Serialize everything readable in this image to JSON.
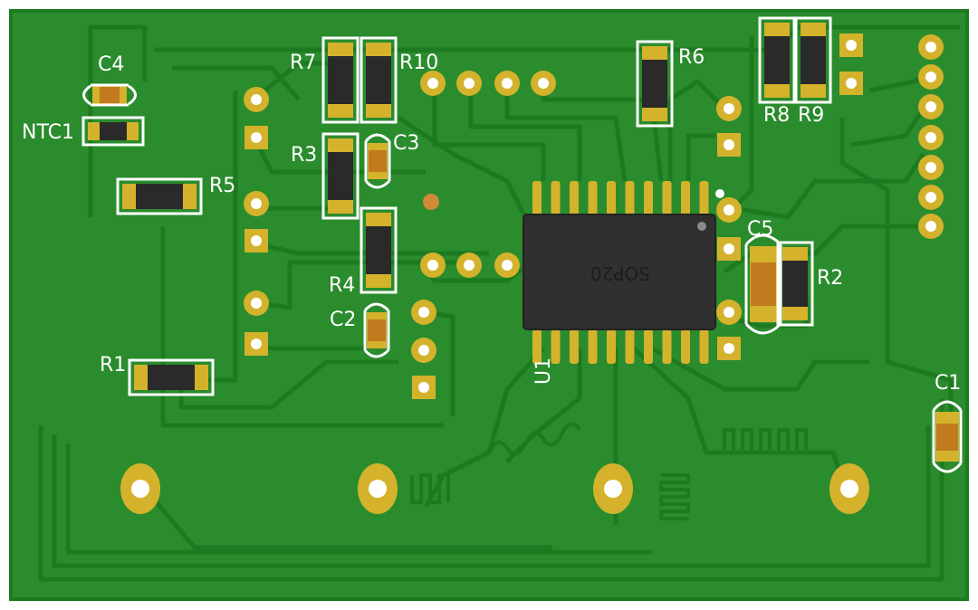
{
  "board": {
    "colors": {
      "board": "#1c7a1f",
      "copper": "#2e9431",
      "trace": "#38a83a",
      "pad": "#d4b22c",
      "hole": "#ffffff",
      "silkscreen": "#ffffff",
      "ic_body": "#303030",
      "resistor_body": "#2a2a2a",
      "capacitor_body": "#c27a1e"
    },
    "components": {
      "C4": "C4",
      "NTC1": "NTC1",
      "R5": "R5",
      "R7": "R7",
      "R10": "R10",
      "R3": "R3",
      "C3": "C3",
      "R4": "R4",
      "C2": "C2",
      "R1": "R1",
      "R6": "R6",
      "R8": "R8",
      "R9": "R9",
      "C5": "C5",
      "R2": "R2",
      "C1": "C1",
      "U1": "U1"
    },
    "ic_marking": "SOP20"
  }
}
